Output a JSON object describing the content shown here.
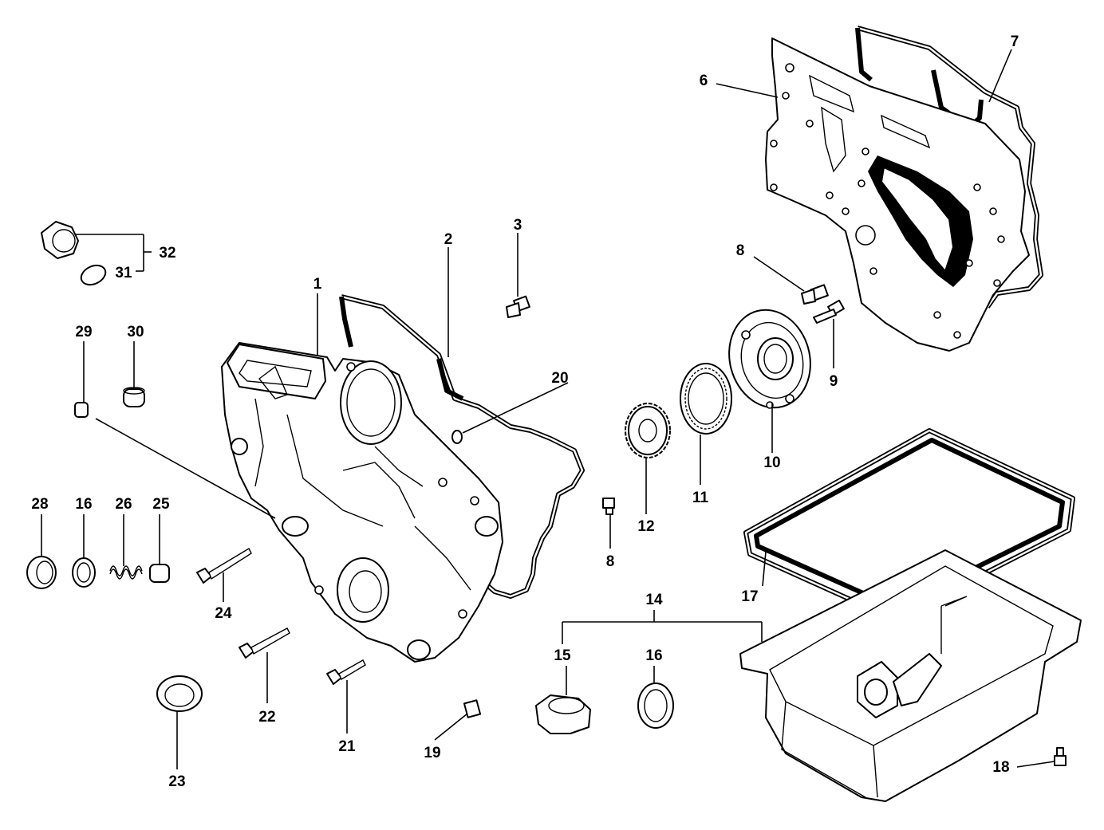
{
  "callouts": {
    "c1": "1",
    "c2": "2",
    "c3": "3",
    "c6": "6",
    "c7": "7",
    "c8a": "8",
    "c8b": "8",
    "c9": "9",
    "c10": "10",
    "c11": "11",
    "c12": "12",
    "c14": "14",
    "c15": "15",
    "c16a": "16",
    "c16b": "16",
    "c17": "17",
    "c18": "18",
    "c19": "19",
    "c20": "20",
    "c21": "21",
    "c22": "22",
    "c23": "23",
    "c24": "24",
    "c25": "25",
    "c26": "26",
    "c28": "28",
    "c29": "29",
    "c30": "30",
    "c31": "31",
    "c32": "32"
  },
  "colors": {
    "line": "#000000",
    "background": "#ffffff"
  }
}
